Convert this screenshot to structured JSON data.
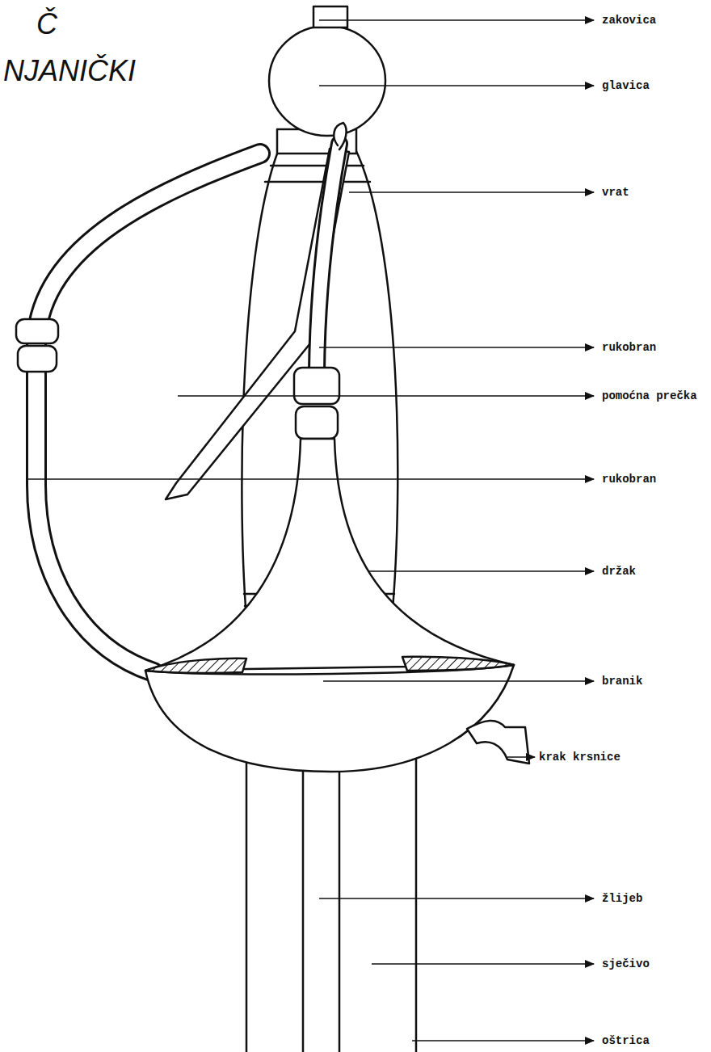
{
  "diagram": {
    "labels": [
      "Č",
      "NJANIČKI",
      "zakovica",
      "glavica",
      "vrat",
      "rukobran",
      "pomoćna prečka",
      "rukobran",
      "držak",
      "branik",
      "krak krsnice",
      "žlijeb",
      "sječivo",
      "oštrica"
    ]
  }
}
